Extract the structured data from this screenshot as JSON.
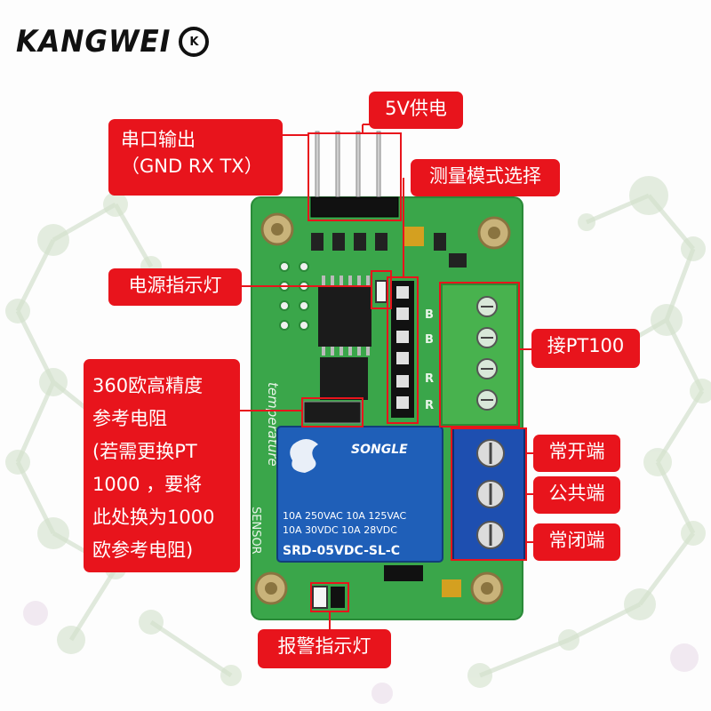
{
  "brand": {
    "logo_text": "KANGWEI",
    "logo_badge": "K"
  },
  "labels": {
    "power_5v": "5V供电",
    "serial_title": "串口输出",
    "serial_pins": "（GND RX TX）",
    "mode_select": "测量模式选择",
    "power_led": "电源指示灯",
    "pt100": "接PT100",
    "ref_resistor": [
      "360欧高精度",
      "参考电阻",
      "(若需更换PT",
      "1000 ，要将",
      "此处换为1000",
      "欧参考电阻)"
    ],
    "normally_open": "常开端",
    "common": "公共端",
    "normally_closed": "常闭端",
    "alarm_led": "报警指示灯"
  },
  "relay": {
    "brand": "SONGLE",
    "line1": "10A 250VAC  10A 125VAC",
    "line2": "10A  30VDC  10A  28VDC",
    "model": "SRD-05VDC-SL-C"
  },
  "board": {
    "silk_text": "temperature",
    "silk_text2": "SENSOR",
    "pin_letters": [
      "B",
      "B",
      "R",
      "R"
    ]
  },
  "colors": {
    "callout_red": "#e8141c",
    "pcb_green": "#3aa64a",
    "relay_blue": "#1f5fb8",
    "terminal_green": "#3aa64a",
    "terminal_blue": "#1e4fb0"
  }
}
